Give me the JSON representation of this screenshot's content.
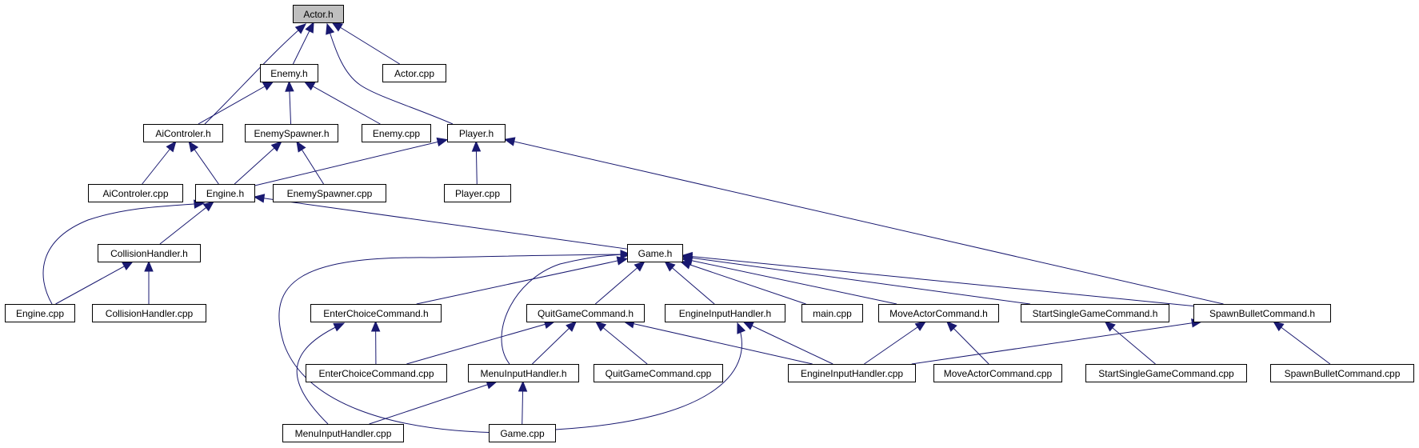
{
  "diagram": {
    "kind": "include-dependency-graph",
    "edge_color": "#191970",
    "root_fill": "#bfbfbf",
    "nodes": [
      {
        "id": "actor_h",
        "label": "Actor.h",
        "root": true
      },
      {
        "id": "enemy_h",
        "label": "Enemy.h"
      },
      {
        "id": "actor_cpp",
        "label": "Actor.cpp"
      },
      {
        "id": "aicontroler_h",
        "label": "AiControler.h"
      },
      {
        "id": "enemyspawner_h",
        "label": "EnemySpawner.h"
      },
      {
        "id": "enemy_cpp",
        "label": "Enemy.cpp"
      },
      {
        "id": "player_h",
        "label": "Player.h"
      },
      {
        "id": "aicontroler_cpp",
        "label": "AiControler.cpp"
      },
      {
        "id": "engine_h",
        "label": "Engine.h"
      },
      {
        "id": "enemyspawner_cpp",
        "label": "EnemySpawner.cpp"
      },
      {
        "id": "player_cpp",
        "label": "Player.cpp"
      },
      {
        "id": "collisionhandler_h",
        "label": "CollisionHandler.h"
      },
      {
        "id": "game_h",
        "label": "Game.h"
      },
      {
        "id": "engine_cpp",
        "label": "Engine.cpp"
      },
      {
        "id": "collisionhandler_cpp",
        "label": "CollisionHandler.cpp"
      },
      {
        "id": "enterchoicecommand_h",
        "label": "EnterChoiceCommand.h"
      },
      {
        "id": "quitgamecommand_h",
        "label": "QuitGameCommand.h"
      },
      {
        "id": "engineinputhandler_h",
        "label": "EngineInputHandler.h"
      },
      {
        "id": "main_cpp",
        "label": "main.cpp"
      },
      {
        "id": "moveactorcommand_h",
        "label": "MoveActorCommand.h"
      },
      {
        "id": "startsinglegamecommand_h",
        "label": "StartSingleGameCommand.h"
      },
      {
        "id": "spawnbulletcommand_h",
        "label": "SpawnBulletCommand.h"
      },
      {
        "id": "enterchoicecommand_cpp",
        "label": "EnterChoiceCommand.cpp"
      },
      {
        "id": "menuinputhandler_h",
        "label": "MenuInputHandler.h"
      },
      {
        "id": "quitgamecommand_cpp",
        "label": "QuitGameCommand.cpp"
      },
      {
        "id": "engineinputhandler_cpp",
        "label": "EngineInputHandler.cpp"
      },
      {
        "id": "moveactorcommand_cpp",
        "label": "MoveActorCommand.cpp"
      },
      {
        "id": "startsinglegamecommand_cpp",
        "label": "StartSingleGameCommand.cpp"
      },
      {
        "id": "spawnbulletcommand_cpp",
        "label": "SpawnBulletCommand.cpp"
      },
      {
        "id": "menuinputhandler_cpp",
        "label": "MenuInputHandler.cpp"
      },
      {
        "id": "game_cpp",
        "label": "Game.cpp"
      }
    ],
    "edges": [
      {
        "from": "enemy_h",
        "to": "actor_h"
      },
      {
        "from": "actor_cpp",
        "to": "actor_h"
      },
      {
        "from": "aicontroler_h",
        "to": "actor_h"
      },
      {
        "from": "player_h",
        "to": "actor_h"
      },
      {
        "from": "aicontroler_h",
        "to": "enemy_h"
      },
      {
        "from": "enemyspawner_h",
        "to": "enemy_h"
      },
      {
        "from": "enemy_cpp",
        "to": "enemy_h"
      },
      {
        "from": "aicontroler_cpp",
        "to": "aicontroler_h"
      },
      {
        "from": "engine_h",
        "to": "aicontroler_h"
      },
      {
        "from": "engine_h",
        "to": "enemyspawner_h"
      },
      {
        "from": "enemyspawner_cpp",
        "to": "enemyspawner_h"
      },
      {
        "from": "engine_h",
        "to": "player_h"
      },
      {
        "from": "player_cpp",
        "to": "player_h"
      },
      {
        "from": "spawnbulletcommand_h",
        "to": "player_h"
      },
      {
        "from": "collisionhandler_h",
        "to": "engine_h"
      },
      {
        "from": "engine_cpp",
        "to": "engine_h"
      },
      {
        "from": "game_h",
        "to": "engine_h"
      },
      {
        "from": "engine_cpp",
        "to": "collisionhandler_h"
      },
      {
        "from": "collisionhandler_cpp",
        "to": "collisionhandler_h"
      },
      {
        "from": "enterchoicecommand_h",
        "to": "game_h"
      },
      {
        "from": "quitgamecommand_h",
        "to": "game_h"
      },
      {
        "from": "engineinputhandler_h",
        "to": "game_h"
      },
      {
        "from": "main_cpp",
        "to": "game_h"
      },
      {
        "from": "moveactorcommand_h",
        "to": "game_h"
      },
      {
        "from": "startsinglegamecommand_h",
        "to": "game_h"
      },
      {
        "from": "spawnbulletcommand_h",
        "to": "game_h"
      },
      {
        "from": "menuinputhandler_h",
        "to": "game_h"
      },
      {
        "from": "game_cpp",
        "to": "game_h"
      },
      {
        "from": "enterchoicecommand_cpp",
        "to": "enterchoicecommand_h"
      },
      {
        "from": "menuinputhandler_cpp",
        "to": "enterchoicecommand_h"
      },
      {
        "from": "enterchoicecommand_cpp",
        "to": "quitgamecommand_h"
      },
      {
        "from": "menuinputhandler_h",
        "to": "quitgamecommand_h"
      },
      {
        "from": "quitgamecommand_cpp",
        "to": "quitgamecommand_h"
      },
      {
        "from": "engineinputhandler_cpp",
        "to": "quitgamecommand_h"
      },
      {
        "from": "engineinputhandler_cpp",
        "to": "engineinputhandler_h"
      },
      {
        "from": "game_cpp",
        "to": "engineinputhandler_h"
      },
      {
        "from": "engineinputhandler_cpp",
        "to": "moveactorcommand_h"
      },
      {
        "from": "moveactorcommand_cpp",
        "to": "moveactorcommand_h"
      },
      {
        "from": "startsinglegamecommand_cpp",
        "to": "startsinglegamecommand_h"
      },
      {
        "from": "engineinputhandler_cpp",
        "to": "spawnbulletcommand_h"
      },
      {
        "from": "spawnbulletcommand_cpp",
        "to": "spawnbulletcommand_h"
      },
      {
        "from": "menuinputhandler_cpp",
        "to": "menuinputhandler_h"
      },
      {
        "from": "game_cpp",
        "to": "menuinputhandler_h"
      }
    ]
  }
}
